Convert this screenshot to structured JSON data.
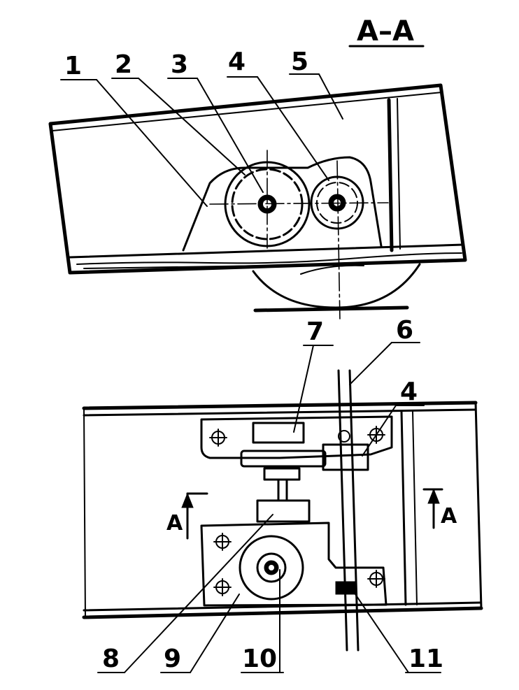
{
  "section_title": "A–A",
  "section_marks": {
    "left": "A",
    "right": "A"
  },
  "callouts": [
    "1",
    "2",
    "3",
    "4",
    "5",
    "6",
    "7",
    "4",
    "8",
    "9",
    "10",
    "11"
  ]
}
